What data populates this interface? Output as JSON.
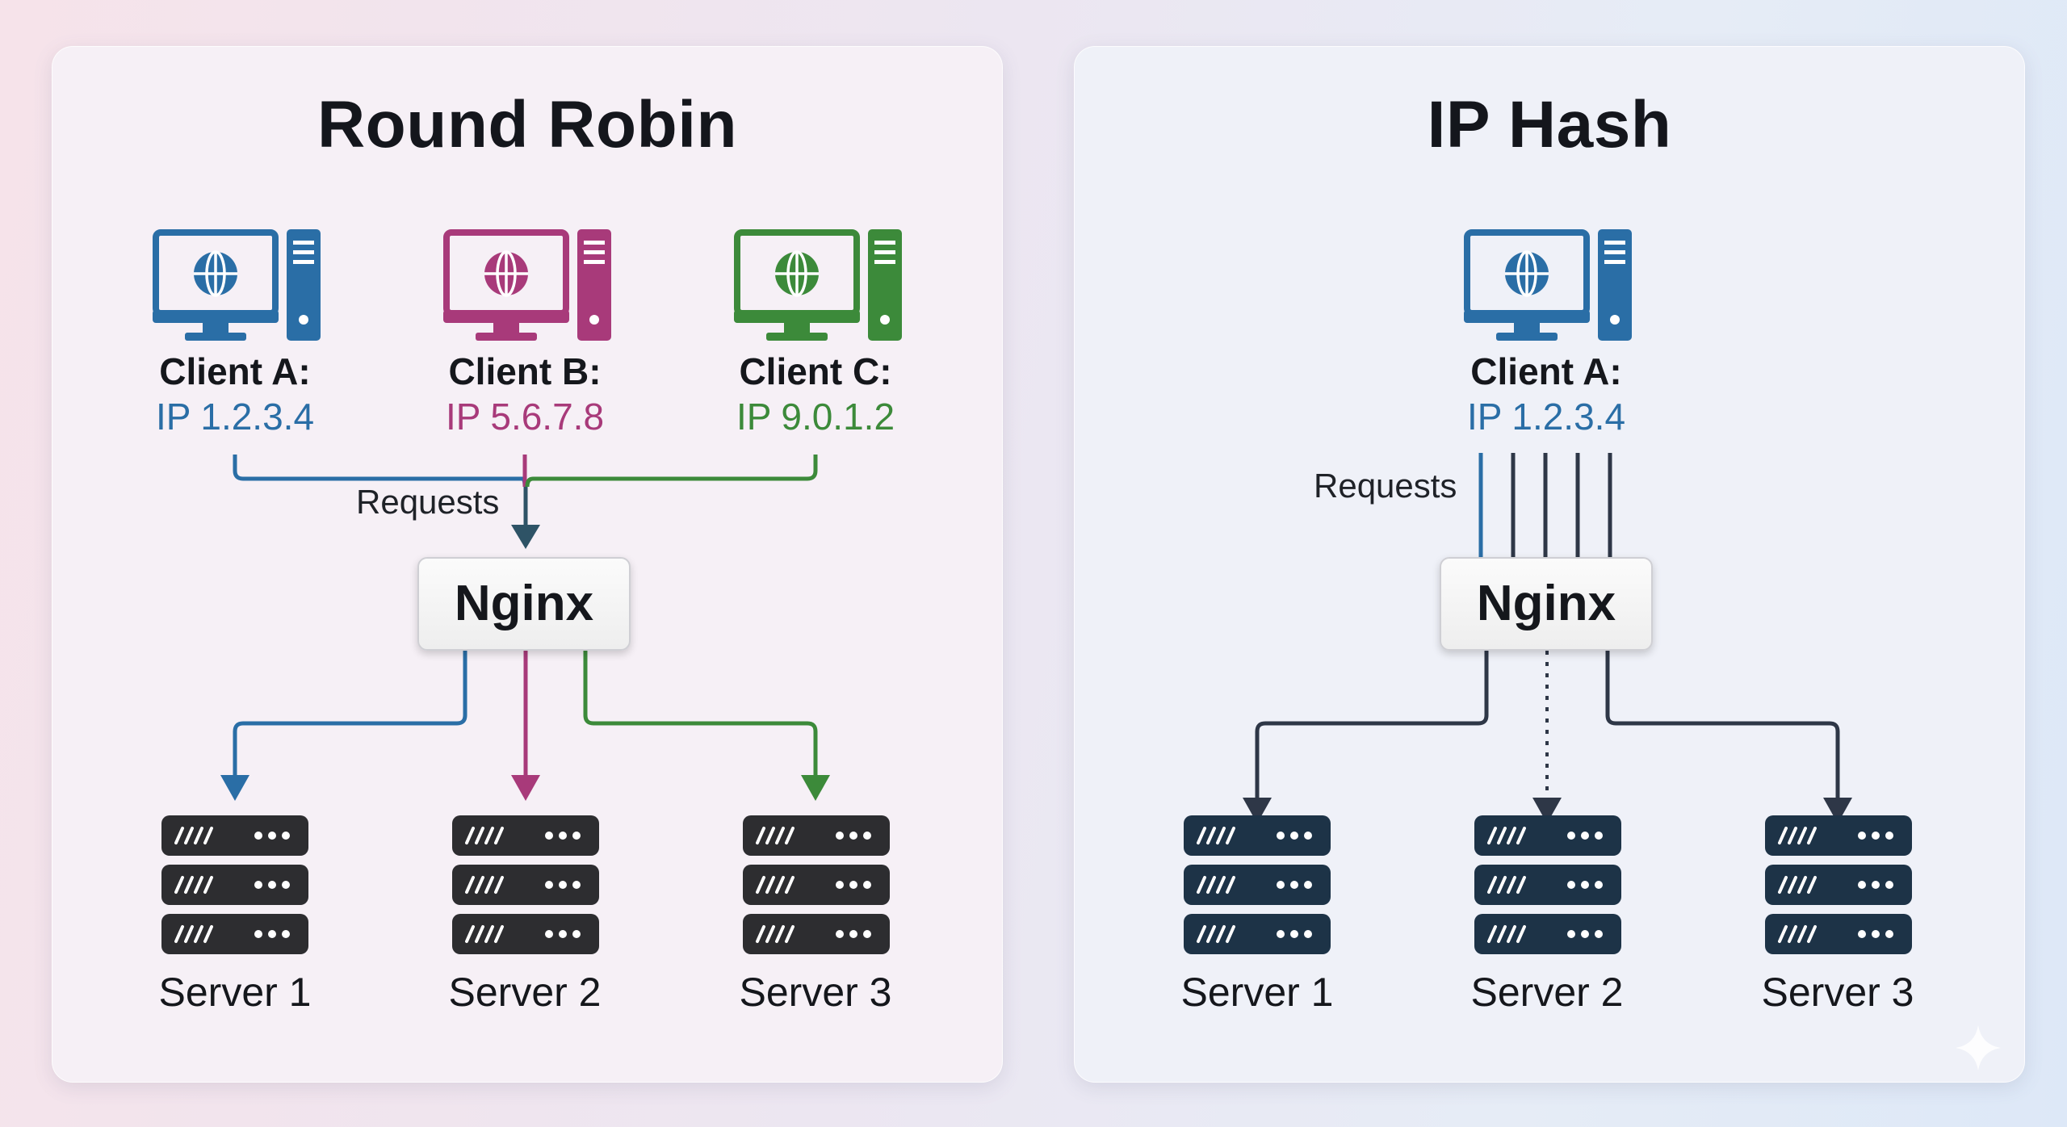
{
  "colors": {
    "client_a": "#2a6ea6",
    "client_b": "#a83a7a",
    "client_c": "#3c8a3a",
    "dark_arrow": "#2e3747",
    "rr_server": "#2d2d30",
    "ip_server": "#1d3347"
  },
  "round_robin": {
    "title": "Round Robin",
    "clients": [
      {
        "name": "Client A:",
        "ip": "IP 1.2.3.4",
        "icon": "computer-icon"
      },
      {
        "name": "Client B:",
        "ip": "IP 5.6.7.8",
        "icon": "computer-icon"
      },
      {
        "name": "Client C:",
        "ip": "IP 9.0.1.2",
        "icon": "computer-icon"
      }
    ],
    "requests_label": "Requests",
    "balancer": "Nginx",
    "servers": [
      "Server 1",
      "Server 2",
      "Server 3"
    ]
  },
  "ip_hash": {
    "title": "IP Hash",
    "client": {
      "name": "Client A:",
      "ip": "IP 1.2.3.4",
      "icon": "computer-icon"
    },
    "requests_label": "Requests",
    "balancer": "Nginx",
    "servers": [
      "Server 1",
      "Server 2",
      "Server 3"
    ]
  }
}
